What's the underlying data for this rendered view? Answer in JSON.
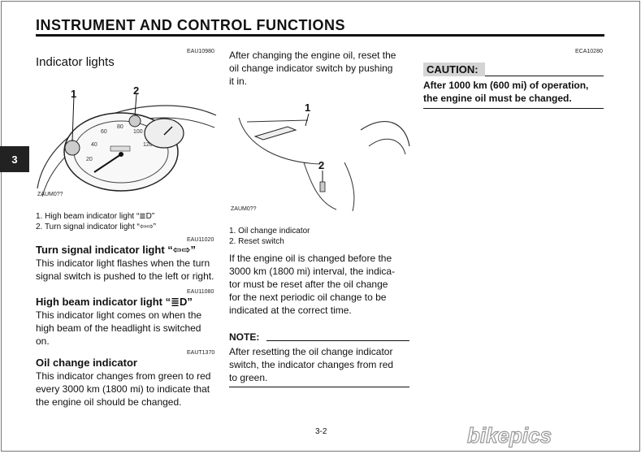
{
  "header": {
    "title": "INSTRUMENT AND CONTROL FUNCTIONS"
  },
  "tab": {
    "chapter": "3"
  },
  "col1": {
    "section_code": "EAU10980",
    "section_title": "Indicator lights",
    "callout1": "1",
    "callout2": "2",
    "fig_code": "ZAUM0??",
    "caption1": "1. High beam indicator light “≣D”",
    "caption2": "2. Turn signal indicator light “⇦⇨”",
    "turn_code": "EAU11020",
    "turn_title": "Turn signal indicator light “⇦⇨”",
    "turn_body1": "This indicator light flashes when the turn",
    "turn_body2": "signal switch is pushed to the left or right.",
    "high_code": "EAU11080",
    "high_title": "High beam indicator light “≣D”",
    "high_body1": "This indicator light comes on when the",
    "high_body2": "high beam of the headlight is switched",
    "high_body3": "on.",
    "oil_code": "EAUT1370",
    "oil_title": "Oil change indicator",
    "oil_body1": "This indicator changes from green to red",
    "oil_body2": "every 3000 km (1800 mi) to indicate that",
    "oil_body3": "the engine oil should be changed."
  },
  "col2": {
    "intro1": "After changing the engine oil, reset the",
    "intro2": "oil change indicator switch by pushing",
    "intro3": "it in.",
    "callout1": "1",
    "callout2": "2",
    "fig_code": "ZAUM0??",
    "caption1": "1. Oil change indicator",
    "caption2": "2. Reset switch",
    "body1": "If the engine oil is changed before the",
    "body2": "3000 km (1800 mi) interval, the indica-",
    "body3": "tor must be reset after the oil change",
    "body4": "for the next periodic oil change to be",
    "body5": "indicated at the correct time.",
    "note_label": "NOTE:",
    "note1": "After resetting the oil change indicator",
    "note2": "switch, the indicator changes from red",
    "note3": "to green."
  },
  "col3": {
    "code": "ECA10280",
    "caution_label": "CAUTION:",
    "caution1": "After 1000 km (600 mi) of operation,",
    "caution2": "the engine oil must be changed."
  },
  "footer": {
    "page_number": "3-2"
  },
  "watermark": {
    "logo_text": "bikepics"
  }
}
